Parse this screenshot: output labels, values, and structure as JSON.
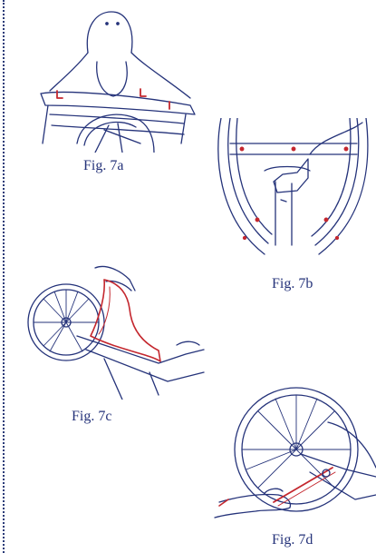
{
  "figures": [
    {
      "id": "7a",
      "caption": "Fig. 7a"
    },
    {
      "id": "7b",
      "caption": "Fig. 7b"
    },
    {
      "id": "7c",
      "caption": "Fig. 7c"
    },
    {
      "id": "7d",
      "caption": "Fig. 7d"
    }
  ],
  "colors": {
    "line": "#25337a",
    "accent": "#c4272e",
    "caption": "#25337a"
  }
}
